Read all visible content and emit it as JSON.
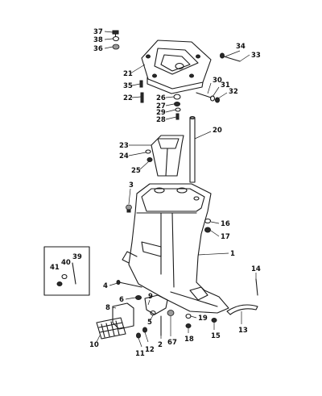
{
  "diagram": {
    "callouts": [
      "1",
      "2",
      "3",
      "4",
      "5",
      "6",
      "7",
      "8",
      "9",
      "10",
      "11",
      "12",
      "13",
      "14",
      "15",
      "16",
      "17",
      "18",
      "19",
      "20",
      "21",
      "22",
      "23",
      "24",
      "25",
      "26",
      "27",
      "28",
      "29",
      "30",
      "31",
      "32",
      "33",
      "34",
      "35",
      "36",
      "37",
      "38",
      "39",
      "40",
      "41"
    ]
  }
}
